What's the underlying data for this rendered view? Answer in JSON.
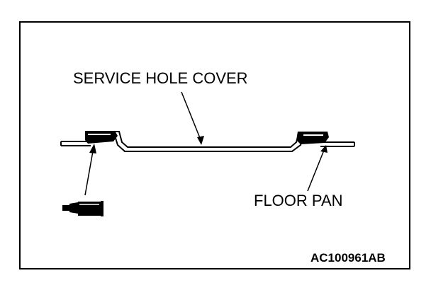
{
  "labels": {
    "service_hole_cover": "SERVICE HOLE COVER",
    "floor_pan": "FLOOR PAN"
  },
  "figure_id": "AC100961AB",
  "colors": {
    "line": "#000000",
    "background": "#ffffff"
  },
  "icons": [
    "sealant-tube-icon"
  ]
}
